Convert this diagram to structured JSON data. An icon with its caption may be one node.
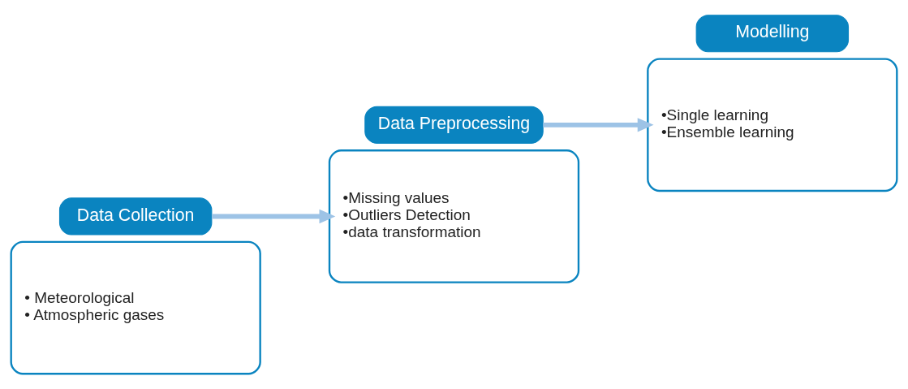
{
  "diagram": {
    "nodes": [
      {
        "text": [
          "• Meteorological",
          "• Atmospheric gases"
        ]
      },
      {
        "text": [
          "Data Collection"
        ]
      },
      {
        "text": [
          "•Missing values",
          "•Outliers Detection",
          "•data transformation"
        ]
      },
      {
        "text": [
          "Data Preprocessing"
        ]
      },
      {
        "text": [
          "•Single learning",
          "•Ensemble learning"
        ]
      },
      {
        "text": [
          "Modelling"
        ]
      }
    ],
    "edges": [
      {
        "from": 1,
        "to": 2,
        "arrow": "to"
      },
      {
        "from": 3,
        "to": 4,
        "arrow": "to"
      }
    ]
  }
}
